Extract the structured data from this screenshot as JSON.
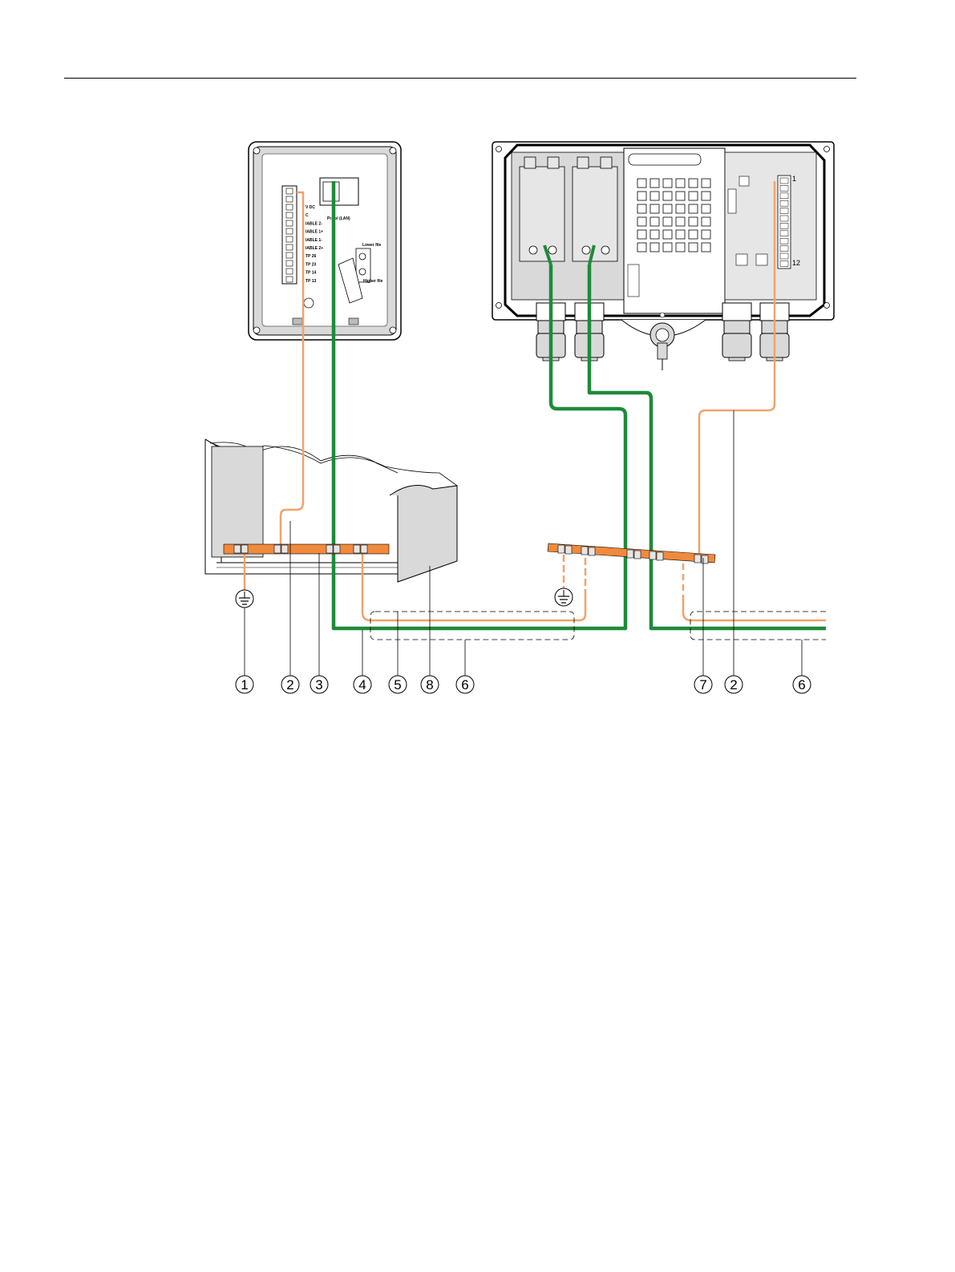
{
  "colors": {
    "ground_wire": "#f0a36a",
    "shield_bar": "#f08a3c",
    "bus_cable": "#1e8a3a",
    "bus_cable_light": "#7cc48e",
    "housing_gray": "#d9d9d9",
    "panel_gray": "#e6e6e6"
  },
  "terminal_labels": [
    "V DC",
    "C",
    "IABLE 2-",
    "IABLE 1+",
    "IABLE 1-",
    "IABLE 2+",
    "TP 26",
    "TP 23",
    "TP 14",
    "TP 13"
  ],
  "port_label": "Pr...ol (LAN)",
  "switch_top_label": "Lower file",
  "switch_bottom_label": "Higher file",
  "terminal_number_top": "1",
  "terminal_number_bottom": "12",
  "callouts_left": [
    "1",
    "2",
    "3",
    "4",
    "5",
    "8",
    "6"
  ],
  "callouts_right": [
    "7",
    "2",
    "6"
  ],
  "icons": [
    "ground-symbol-icon",
    "ground-symbol-icon"
  ]
}
